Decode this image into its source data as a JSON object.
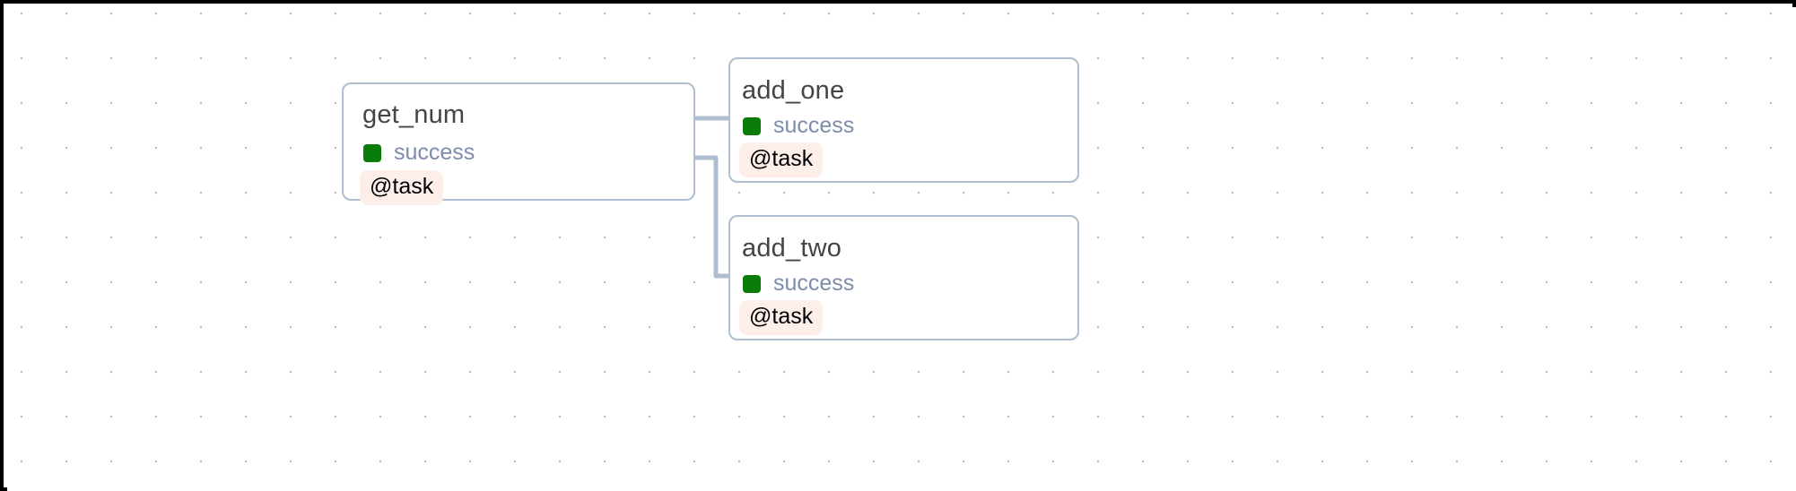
{
  "canvas": {
    "background": "#ffffff",
    "grid_dot_color": "#b9b9c4",
    "frame_color": "#000000",
    "node_border_color": "#aebdd0",
    "edge_color": "#aebdd0",
    "status_color": "#0a7c0a",
    "status_text_color": "#7d8cab",
    "tag_background": "#fdeeea",
    "tag_text_color": "#000000",
    "title_color": "#444444"
  },
  "nodes": [
    {
      "id": "get_num",
      "title": "get_num",
      "status": "success",
      "status_icon": "green-square-icon",
      "tag": "@task"
    },
    {
      "id": "add_one",
      "title": "add_one",
      "status": "success",
      "status_icon": "green-square-icon",
      "tag": "@task"
    },
    {
      "id": "add_two",
      "title": "add_two",
      "status": "success",
      "status_icon": "green-square-icon",
      "tag": "@task"
    }
  ],
  "edges": [
    {
      "from": "get_num",
      "to": "add_one"
    },
    {
      "from": "get_num",
      "to": "add_two"
    }
  ]
}
